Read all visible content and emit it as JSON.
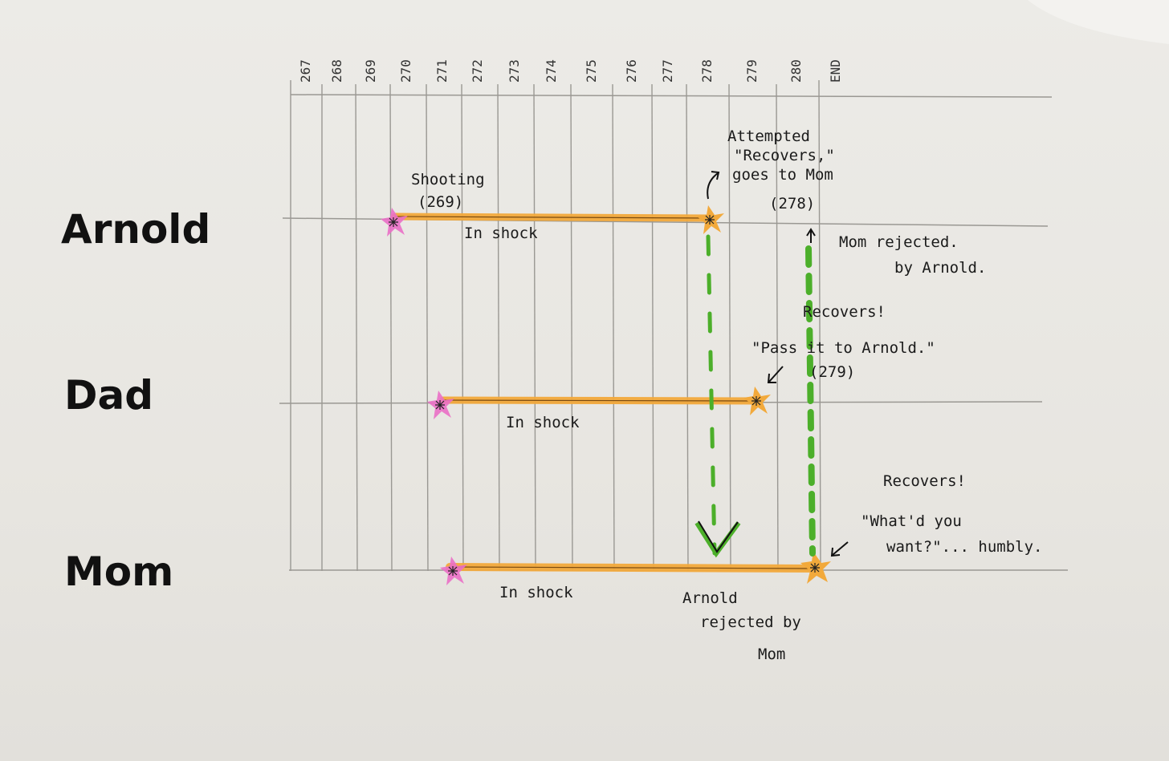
{
  "timeline": {
    "ticks": [
      "267",
      "268",
      "269",
      "270",
      "271",
      "272",
      "273",
      "274",
      "275",
      "276",
      "277",
      "278",
      "279",
      "280",
      "END"
    ],
    "people": [
      "Arnold",
      "Dad",
      "Mom"
    ]
  },
  "notes": {
    "shooting": "Shooting",
    "shooting_ref": "(269)",
    "arnold_shock": "In shock",
    "dad_shock": "In shock",
    "mom_shock": "In shock",
    "attempted_1": "Attempted",
    "attempted_2": "\"Recovers,\"",
    "attempted_3": "goes to Mom",
    "attempted_ref": "(278)",
    "mom_rejected_1": "Mom rejected.",
    "mom_rejected_2": "by Arnold.",
    "dad_recovers": "Recovers!",
    "dad_quote": "\"Pass it to Arnold.\"",
    "dad_ref": "(279)",
    "mom_recovers": "Recovers!",
    "mom_quote_1": "\"What'd you",
    "mom_quote_2": "want?\"... humbly.",
    "arnold_rejected_1": "Arnold",
    "arnold_rejected_2": "rejected by",
    "arnold_rejected_3": "Mom"
  },
  "colors": {
    "highlighter_orange": "#f2a93b",
    "highlighter_pink": "#ea6fc6",
    "marker_green": "#4caf2a",
    "pencil": "#9a9893",
    "ink": "#111111"
  }
}
